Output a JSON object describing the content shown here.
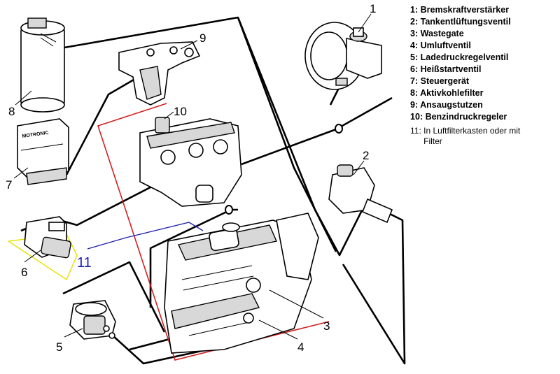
{
  "legend": {
    "items": [
      {
        "num": "1:",
        "text": "Bremskraftverstärker"
      },
      {
        "num": "2:",
        "text": "Tankentlüftungsventil"
      },
      {
        "num": "3:",
        "text": "Wastegate"
      },
      {
        "num": "4:",
        "text": "Umluftventil"
      },
      {
        "num": "5:",
        "text": "Ladedruckregelventil"
      },
      {
        "num": "6:",
        "text": "Heißstartventil"
      },
      {
        "num": "7:",
        "text": "Steuergerät"
      },
      {
        "num": "8:",
        "text": "Aktivkohlefilter"
      },
      {
        "num": "9:",
        "text": "Ansaugstutzen"
      },
      {
        "num": "10:",
        "text": "Benzindruckregeler"
      }
    ],
    "note": {
      "num": "11:",
      "text": "In Luftfilterkasten oder mit Filter"
    }
  },
  "callouts": {
    "c1": "1",
    "c2": "2",
    "c3": "3",
    "c4": "4",
    "c5": "5",
    "c6": "6",
    "c7": "7",
    "c8": "8",
    "c9": "9",
    "c10": "10",
    "c11": "11"
  },
  "ecu_label": "MOTRONIC",
  "colors": {
    "red_line": "#d42020",
    "blue_line": "#2020b0",
    "yellow_outline": "#e8e000"
  }
}
